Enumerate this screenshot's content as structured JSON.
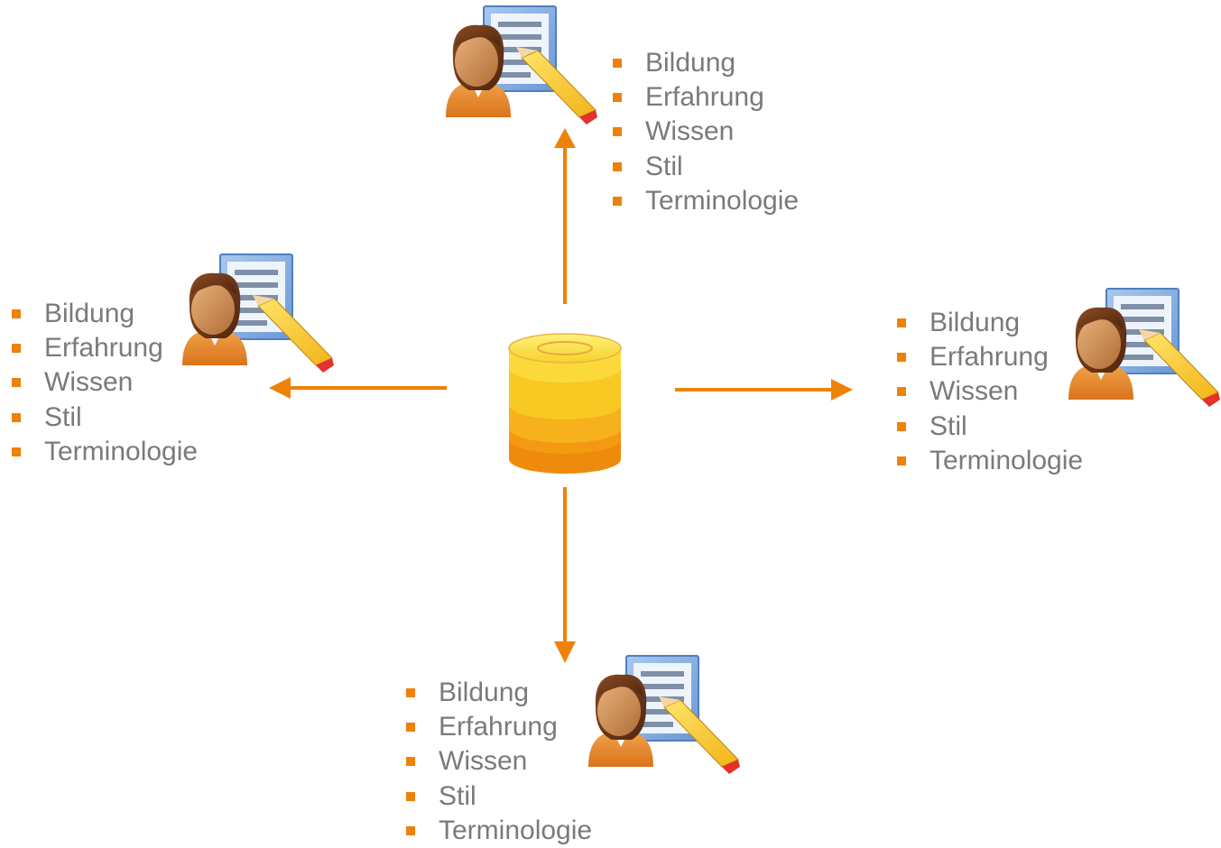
{
  "colors": {
    "accent": "#ee8208",
    "text": "#7a7a7a",
    "bullet": "#ee8208"
  },
  "center": {
    "icon": "database-icon"
  },
  "nodes": [
    {
      "id": "top",
      "icon": "author-editing-document-icon",
      "items": [
        "Bildung",
        "Erfahrung",
        "Wissen",
        "Stil",
        "Terminologie"
      ]
    },
    {
      "id": "left",
      "icon": "author-editing-document-icon",
      "items": [
        "Bildung",
        "Erfahrung",
        "Wissen",
        "Stil",
        "Terminologie"
      ]
    },
    {
      "id": "right",
      "icon": "author-editing-document-icon",
      "items": [
        "Bildung",
        "Erfahrung",
        "Wissen",
        "Stil",
        "Terminologie"
      ]
    },
    {
      "id": "bottom",
      "icon": "author-editing-document-icon",
      "items": [
        "Bildung",
        "Erfahrung",
        "Wissen",
        "Stil",
        "Terminologie"
      ]
    }
  ],
  "arrows": [
    {
      "from": "center",
      "to": "top"
    },
    {
      "from": "center",
      "to": "left"
    },
    {
      "from": "center",
      "to": "right"
    },
    {
      "from": "center",
      "to": "bottom"
    }
  ]
}
